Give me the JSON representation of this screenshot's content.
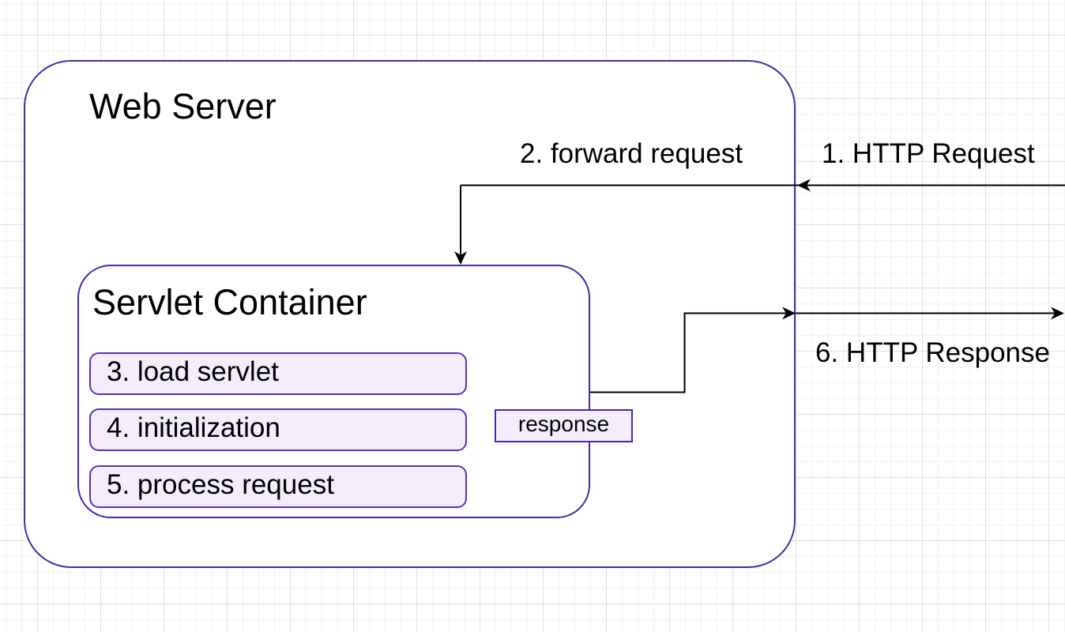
{
  "colors": {
    "background": "#ffffff",
    "grid_minor": "#f3f3f3",
    "grid_major": "#e0e0e0",
    "container_stroke": "#4c28a6",
    "box_stroke": "#5c2fbd",
    "box_fill": "#f3edfc",
    "arrow": "#000000",
    "text": "#000000"
  },
  "diagram": {
    "web_server": {
      "title": "Web Server"
    },
    "servlet_container": {
      "title": "Servlet Container",
      "steps": [
        {
          "label": "3. load servlet"
        },
        {
          "label": "4. initialization"
        },
        {
          "label": "5. process request"
        }
      ]
    },
    "response_box": {
      "label": "response"
    },
    "arrows": {
      "http_request": {
        "label": "1. HTTP Request",
        "direction": "right-to-left into Web Server"
      },
      "forward_request": {
        "label": "2. forward request",
        "direction": "down into Servlet Container"
      },
      "http_response": {
        "label": "6. HTTP Response",
        "direction": "left-to-right out of Web Server"
      }
    }
  }
}
